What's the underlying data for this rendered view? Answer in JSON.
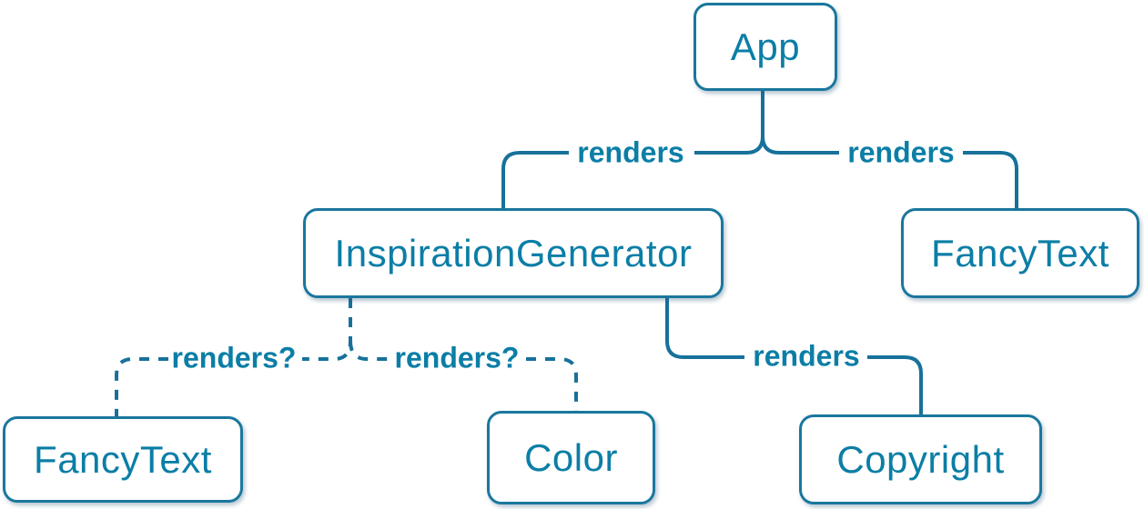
{
  "diagram": {
    "type": "component-tree",
    "nodes": [
      {
        "id": "app",
        "label": "App"
      },
      {
        "id": "inspiration-generator",
        "label": "InspirationGenerator"
      },
      {
        "id": "fancy-text-top",
        "label": "FancyText"
      },
      {
        "id": "fancy-text-bottom",
        "label": "FancyText"
      },
      {
        "id": "color",
        "label": "Color"
      },
      {
        "id": "copyright",
        "label": "Copyright"
      }
    ],
    "edges": [
      {
        "from": "App",
        "to": "InspirationGenerator",
        "label": "renders",
        "style": "solid"
      },
      {
        "from": "App",
        "to": "FancyText",
        "label": "renders",
        "style": "solid"
      },
      {
        "from": "InspirationGenerator",
        "to": "FancyText",
        "label": "renders?",
        "style": "dashed"
      },
      {
        "from": "InspirationGenerator",
        "to": "Color",
        "label": "renders?",
        "style": "dashed"
      },
      {
        "from": "InspirationGenerator",
        "to": "Copyright",
        "label": "renders",
        "style": "solid"
      }
    ],
    "colors": {
      "line": "#17719b",
      "text": "#0b7ea6",
      "node_background": "#ffffff"
    }
  }
}
